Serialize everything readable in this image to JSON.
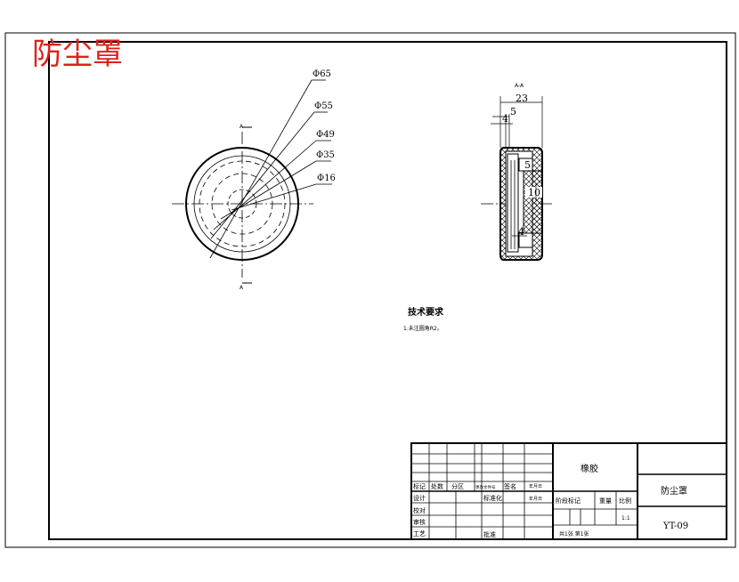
{
  "title": "防尘罩",
  "front_view": {
    "section_mark_top": "A",
    "section_mark_bottom": "A",
    "diameters": [
      "Φ65",
      "Φ55",
      "Φ49",
      "Φ35",
      "Φ16"
    ]
  },
  "section_view": {
    "label": "A-A",
    "dims": {
      "width": "23",
      "d5": "5",
      "d4": "4",
      "r5": "5",
      "r10": "10",
      "b4": "4"
    }
  },
  "tech_req": {
    "title": "技术要求",
    "line1": "1.未注圆角R2。"
  },
  "title_block": {
    "row_labels": [
      "标记",
      "处数",
      "分区",
      "更改文件号",
      "签名",
      "年月日"
    ],
    "left_labels": [
      "设计",
      "校对",
      "审核",
      "工艺"
    ],
    "std": "标准化",
    "approve": "批准",
    "material": "橡胶",
    "part_name": "防尘罩",
    "drawing_no": "YT-09",
    "stage": "阶段标记",
    "weight": "重量",
    "scale": "比例",
    "scale_val": "1:1",
    "sheets": "共1张 第1张"
  },
  "colors": {
    "line": "#000000",
    "title": "#e0201c"
  }
}
